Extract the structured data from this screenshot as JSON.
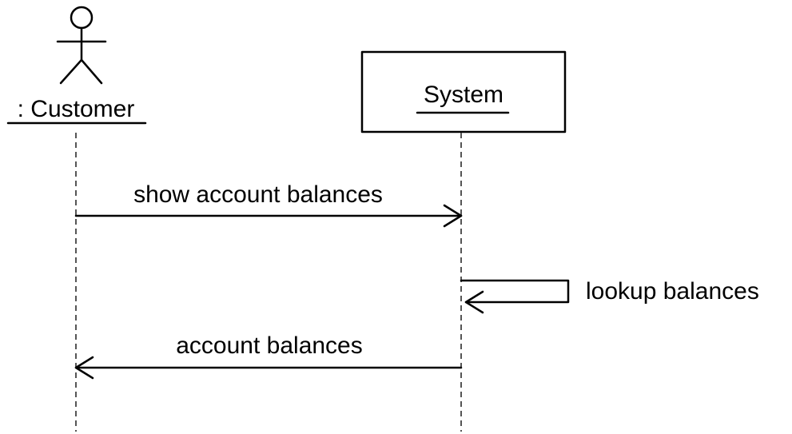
{
  "diagram": {
    "type": "uml-sequence",
    "participants": [
      {
        "label": ": Customer",
        "kind": "actor"
      },
      {
        "label": "System",
        "kind": "object"
      }
    ],
    "messages": [
      {
        "label": "show account balances",
        "from": ": Customer",
        "to": "System"
      },
      {
        "label": "lookup balances",
        "from": "System",
        "to": "System"
      },
      {
        "label": "account balances",
        "from": "System",
        "to": ": Customer"
      }
    ]
  }
}
